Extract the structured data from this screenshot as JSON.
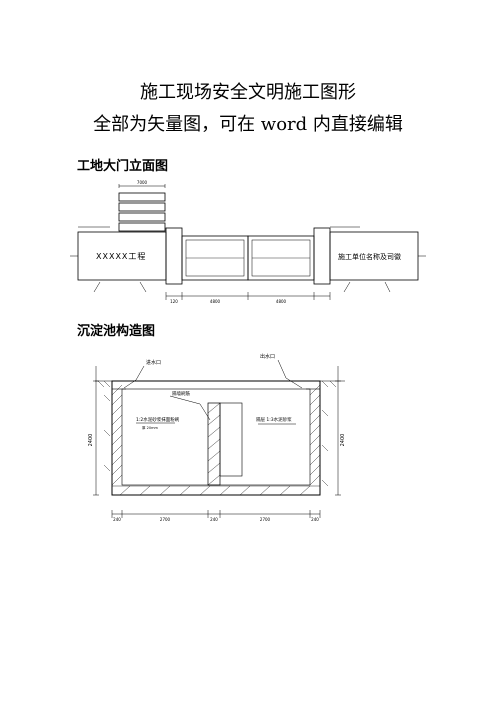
{
  "document": {
    "title_line1": "施工现场安全文明施工图形",
    "title_line2": "全部为矢量图，可在 word 内直接编辑",
    "section1_heading": "工地大门立面图",
    "section2_heading": "沉淀池构造图"
  },
  "gate_drawing": {
    "left_wall_text": "XXXXX工程",
    "right_wall_text": "施工单位名称及司徽",
    "dims_bottom": [
      "120",
      "4800",
      "4800"
    ],
    "dims_top": [
      "7000"
    ]
  },
  "tank_drawing": {
    "inlet_label": "进水口",
    "outlet_label": "出水口",
    "partition_label": "隔墙刷筋",
    "left_wall_note": "1:2水泥砂浆抹面粉刷",
    "left_wall_note2": "厚 20mm",
    "right_wall_note": "隔层 1:3水泥砂浆",
    "left_height_dim": "2400",
    "right_height_dim": "2400",
    "bottom_dims": [
      "240",
      "2700",
      "240",
      "2700",
      "240"
    ]
  }
}
